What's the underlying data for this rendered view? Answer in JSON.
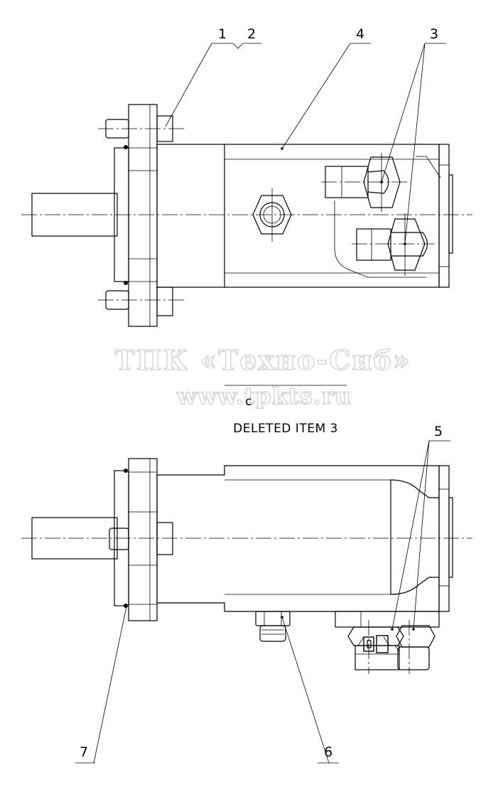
{
  "labels": {
    "item_1": "1",
    "item_2": "2",
    "item_3": "3",
    "item_4": "4",
    "item_5": "5",
    "item_6": "6",
    "item_7": "7"
  },
  "note": {
    "symbol": "c",
    "text": "DELETED ITEM 3"
  },
  "watermark": {
    "line1": "ТПК «Техно-Сиб»",
    "line2": "www.tpkts.ru"
  }
}
